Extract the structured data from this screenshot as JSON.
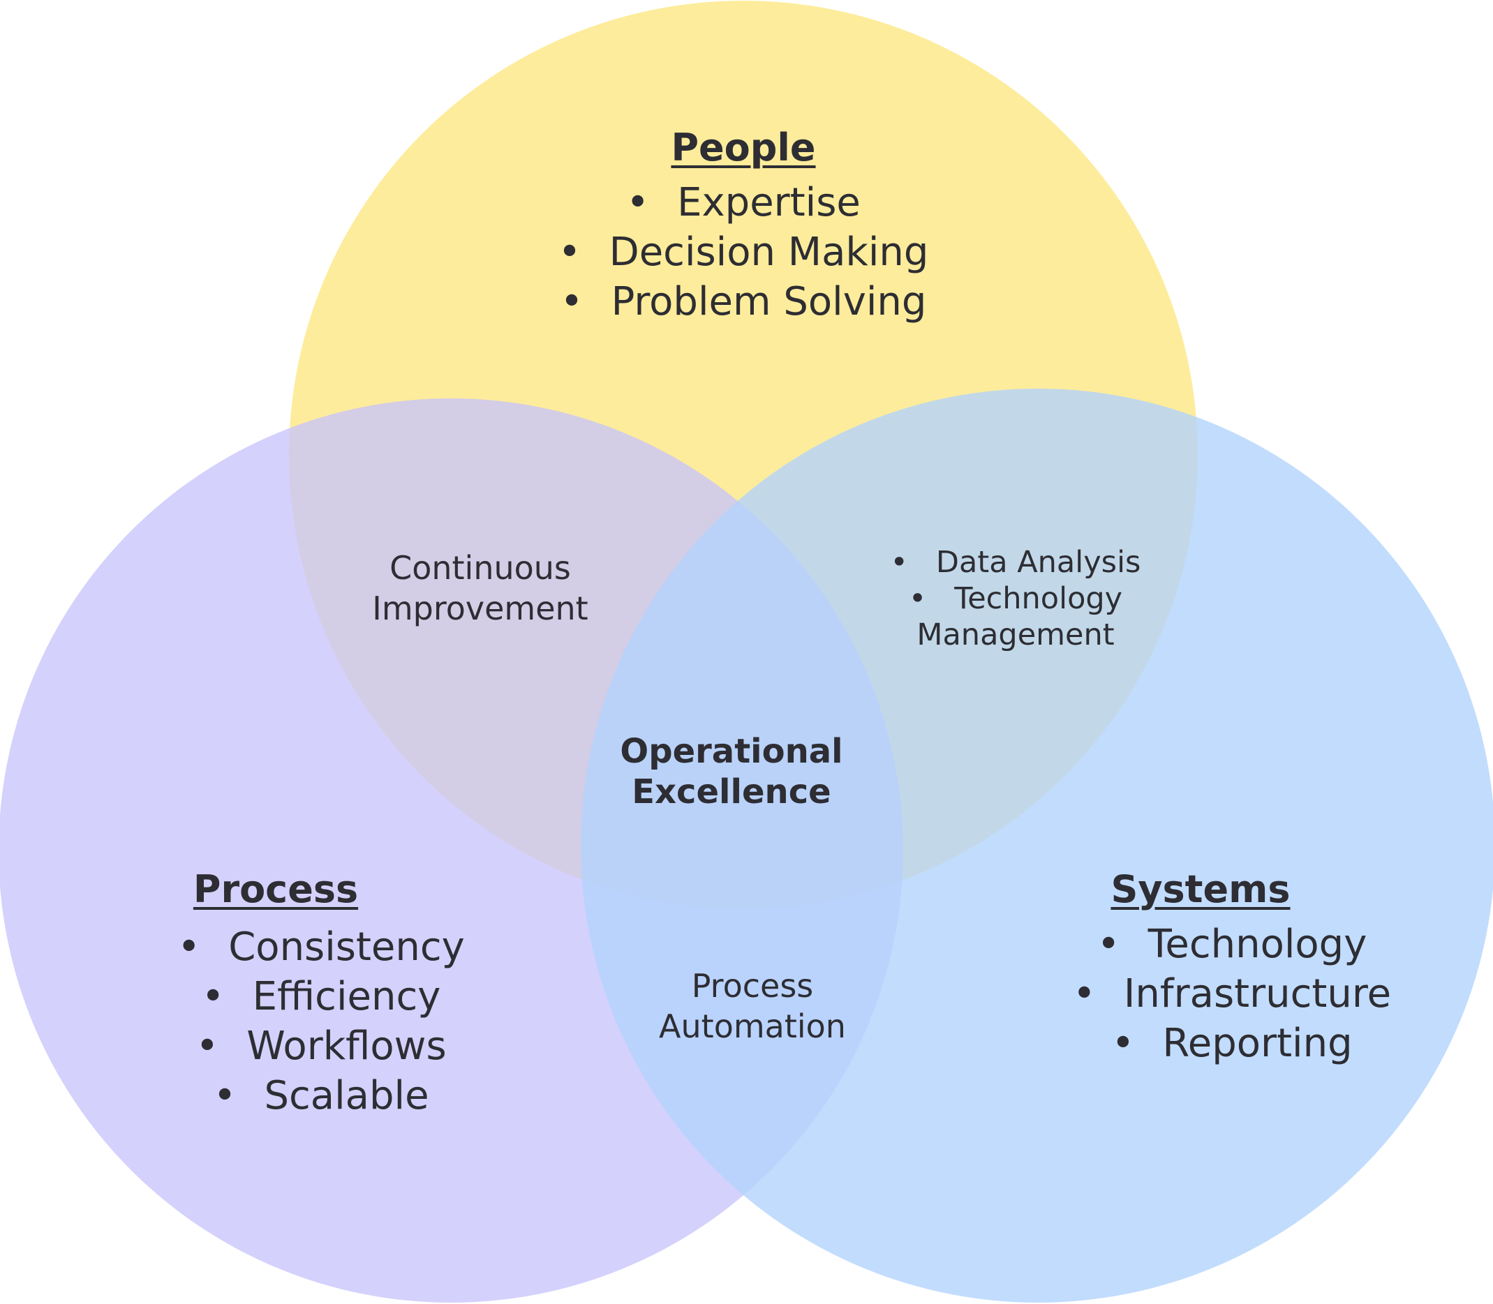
{
  "colors": {
    "people": "#fde98a",
    "process": "#c8c4fb",
    "systems": "#b3d3fd",
    "text": "#2d2d33"
  },
  "people": {
    "title": "People",
    "items": [
      "Expertise",
      "Decision Making",
      "Problem Solving"
    ]
  },
  "process": {
    "title": "Process",
    "items": [
      "Consistency",
      "Efficiency",
      "Workflows",
      "Scalable"
    ]
  },
  "systems": {
    "title": "Systems",
    "items": [
      "Technology",
      "Infrastructure",
      "Reporting"
    ]
  },
  "overlaps": {
    "people_process": [
      "Continuous",
      "Improvement"
    ],
    "people_systems": [
      "Data Analysis",
      "Technology Management"
    ],
    "process_systems": [
      "Process",
      "Automation"
    ],
    "center": [
      "Operational",
      "Excellence"
    ]
  }
}
